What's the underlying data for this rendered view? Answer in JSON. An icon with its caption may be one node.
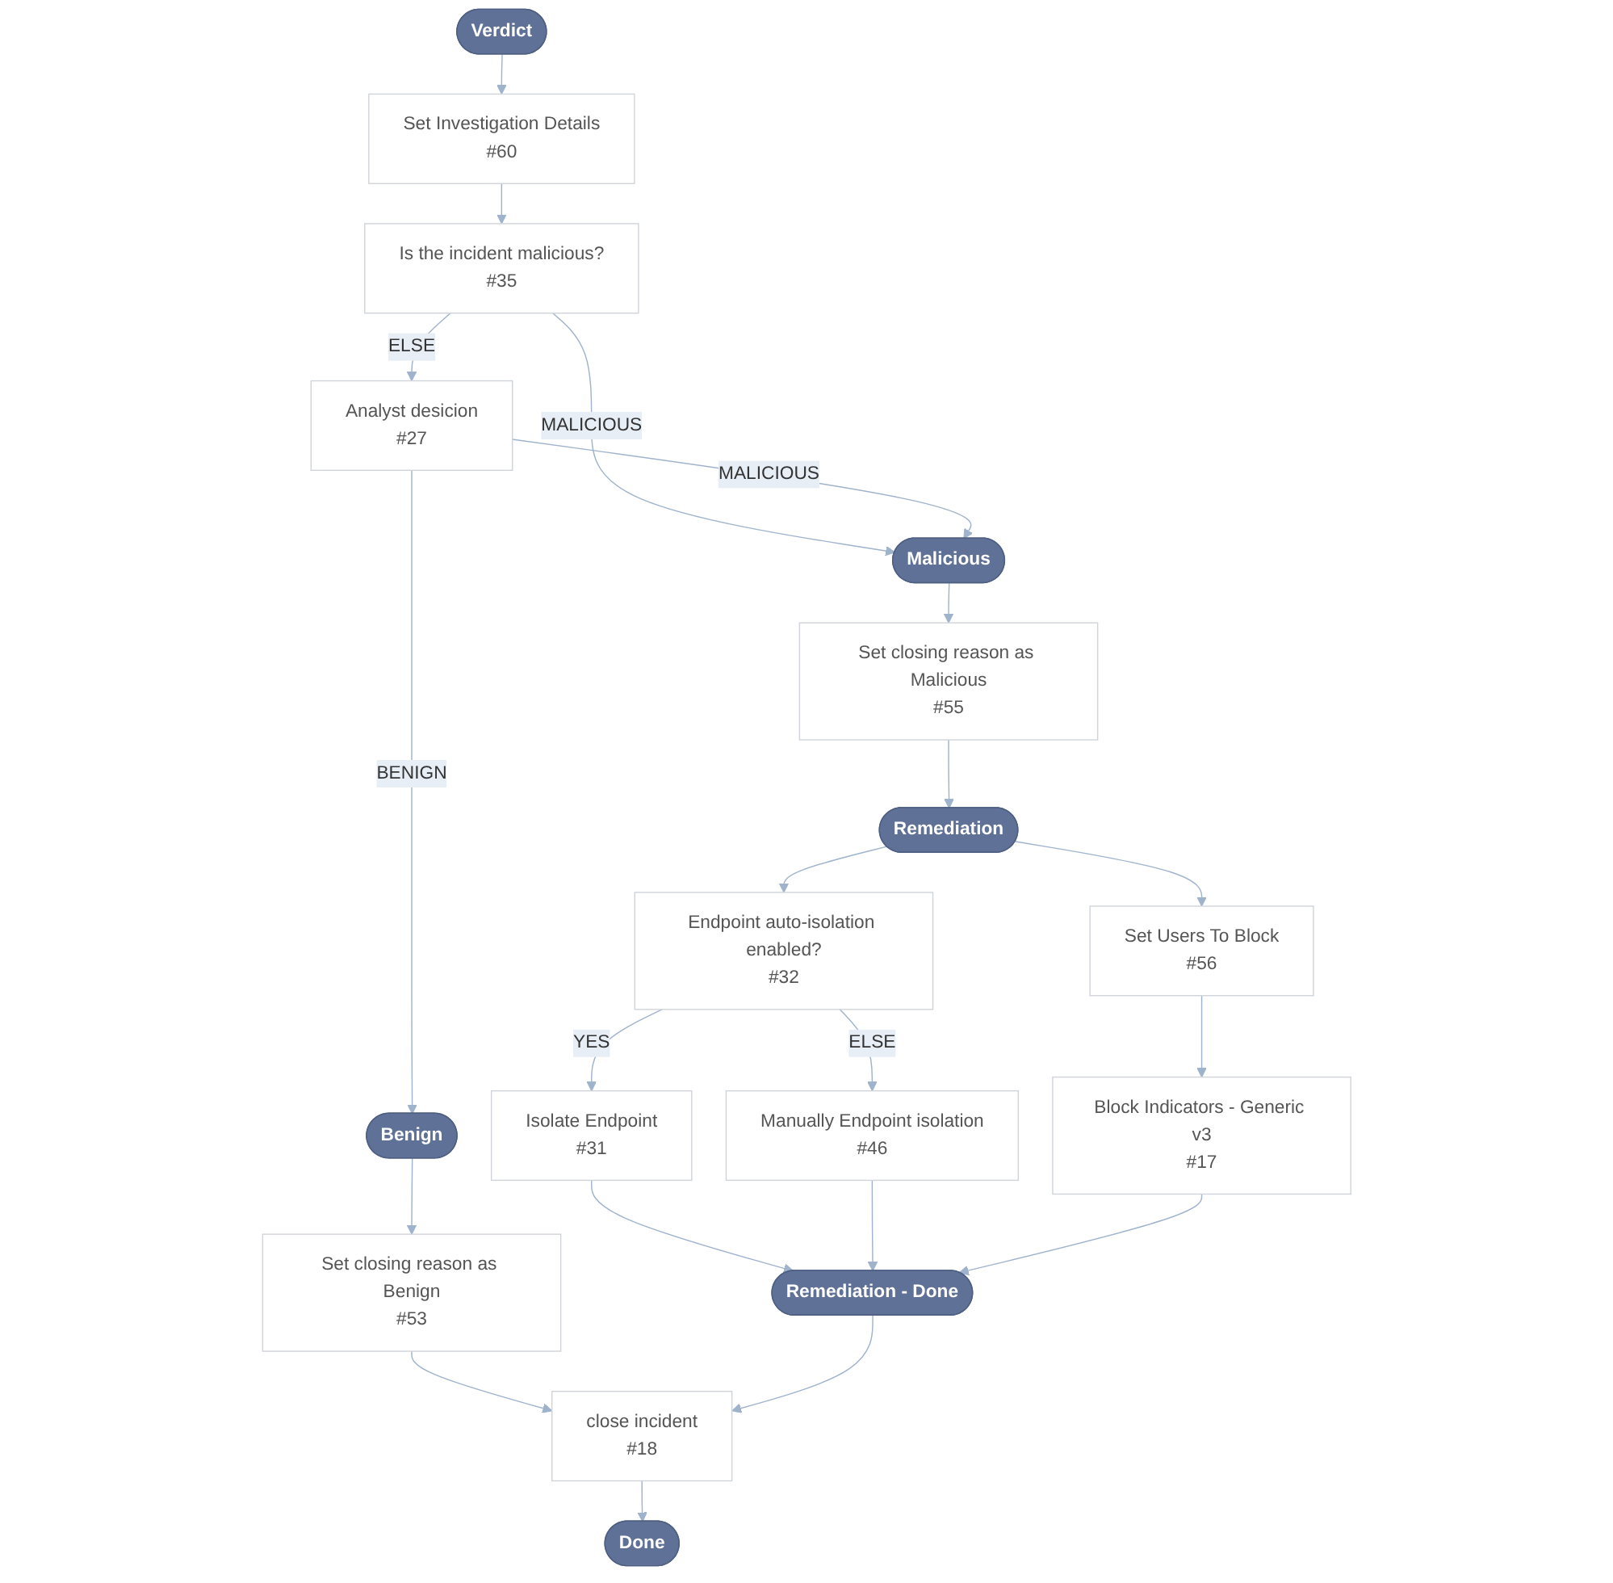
{
  "diagram": {
    "nodes": [
      {
        "text": [
          "Verdict"
        ]
      },
      {
        "text": [
          "Set Investigation Details",
          "#60"
        ]
      },
      {
        "text": [
          "Is the incident malicious?",
          "#35"
        ]
      },
      {
        "text": [
          "Analyst desicion",
          "#27"
        ]
      },
      {
        "text": [
          "Malicious"
        ]
      },
      {
        "text": [
          "Benign"
        ]
      },
      {
        "text": [
          "Set closing reason as Malicious",
          "#55"
        ]
      },
      {
        "text": [
          "Set closing reason as Benign",
          "#53"
        ]
      },
      {
        "text": [
          "Remediation"
        ]
      },
      {
        "text": [
          "Endpoint auto-isolation enabled?",
          "#32"
        ]
      },
      {
        "text": [
          "Set Users To Block",
          "#56"
        ]
      },
      {
        "text": [
          "Isolate Endpoint",
          "#31"
        ]
      },
      {
        "text": [
          "Manually Endpoint isolation",
          "#46"
        ]
      },
      {
        "text": [
          "Block Indicators - Generic v3",
          "#17"
        ]
      },
      {
        "text": [
          "Remediation - Done"
        ]
      },
      {
        "text": [
          "close incident",
          "#18"
        ]
      },
      {
        "text": [
          "Done"
        ]
      }
    ],
    "edges": [
      {
        "from": 0,
        "to": 1,
        "arrow": "to"
      },
      {
        "from": 1,
        "to": 2,
        "arrow": "to"
      },
      {
        "from": 2,
        "to": 3,
        "label": "ELSE",
        "arrow": "to"
      },
      {
        "from": 2,
        "to": 4,
        "label": "MALICIOUS",
        "arrow": "to"
      },
      {
        "from": 3,
        "to": 4,
        "label": "MALICIOUS",
        "arrow": "to"
      },
      {
        "from": 3,
        "to": 5,
        "label": "BENIGN",
        "arrow": "to"
      },
      {
        "from": 4,
        "to": 6,
        "arrow": "to"
      },
      {
        "from": 5,
        "to": 7,
        "arrow": "to"
      },
      {
        "from": 6,
        "to": 8,
        "arrow": "to"
      },
      {
        "from": 8,
        "to": 9,
        "arrow": "to"
      },
      {
        "from": 8,
        "to": 10,
        "arrow": "to"
      },
      {
        "from": 7,
        "to": 15,
        "arrow": "to"
      },
      {
        "from": 9,
        "to": 11,
        "label": "YES",
        "arrow": "to"
      },
      {
        "from": 9,
        "to": 12,
        "label": "ELSE",
        "arrow": "to"
      },
      {
        "from": 10,
        "to": 13,
        "arrow": "to"
      },
      {
        "from": 11,
        "to": 14,
        "arrow": "to"
      },
      {
        "from": 12,
        "to": 14,
        "arrow": "to"
      },
      {
        "from": 13,
        "to": 14,
        "arrow": "to"
      },
      {
        "from": 14,
        "to": 15,
        "arrow": "to"
      },
      {
        "from": 15,
        "to": 16,
        "arrow": "to"
      }
    ]
  }
}
